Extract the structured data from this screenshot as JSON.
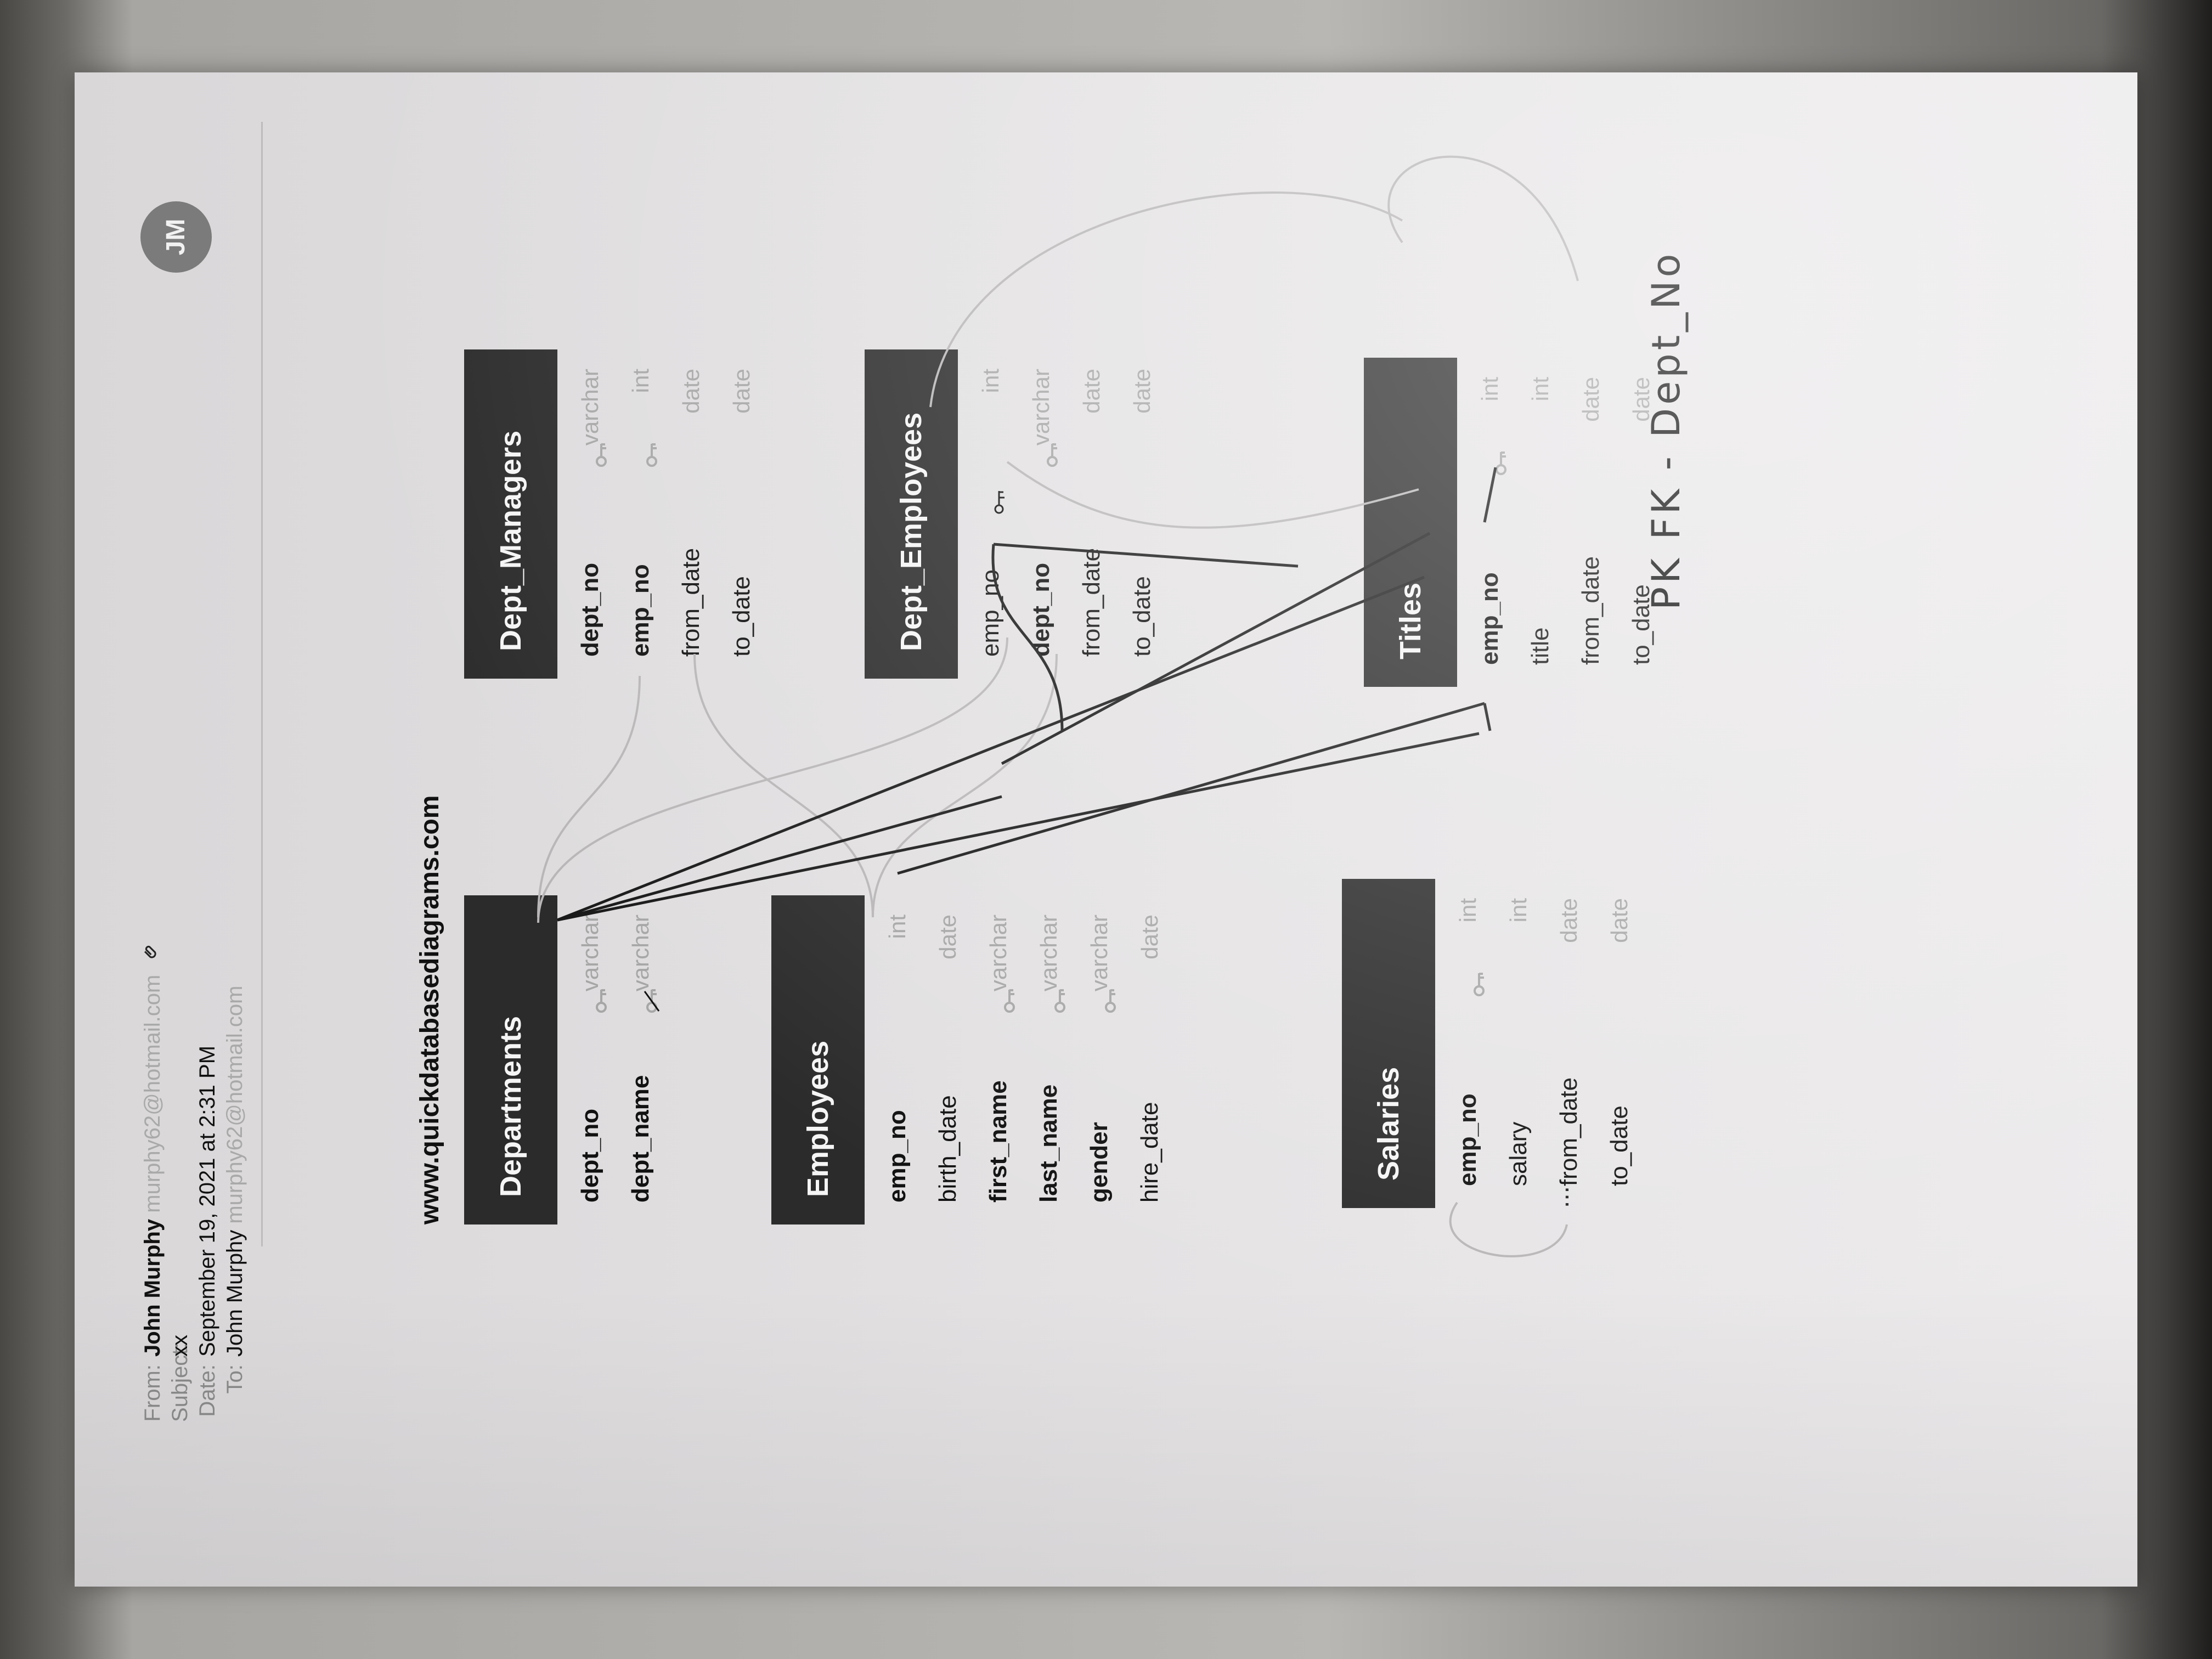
{
  "email": {
    "from_label": "From:",
    "from_name": "John Murphy",
    "from_email": "murphy62@hotmail.com",
    "subject_label": "Subject:",
    "subject": "xx",
    "date_label": "Date:",
    "date": "September 19, 2021 at 2:31 PM",
    "to_label": "To:",
    "to_name": "John Murphy",
    "to_email": "murphy62@hotmail.com",
    "avatar_initials": "JM"
  },
  "site": "www.quickdatabasediagrams.com",
  "tables": {
    "departments": {
      "title": "Departments",
      "fields": [
        {
          "name": "dept_no",
          "type": "varchar"
        },
        {
          "name": "dept_name",
          "type": "varchar"
        }
      ]
    },
    "employees": {
      "title": "Employees",
      "fields": [
        {
          "name": "emp_no",
          "type": "int"
        },
        {
          "name": "birth_date",
          "type": "date"
        },
        {
          "name": "first_name",
          "type": "varchar"
        },
        {
          "name": "last_name",
          "type": "varchar"
        },
        {
          "name": "gender",
          "type": "varchar"
        },
        {
          "name": "hire_date",
          "type": "date"
        }
      ],
      "more": "..."
    },
    "salaries": {
      "title": "Salaries",
      "fields": [
        {
          "name": "emp_no",
          "type": "int"
        },
        {
          "name": "salary",
          "type": "int"
        },
        {
          "name": "from_date",
          "type": "date"
        },
        {
          "name": "to_date",
          "type": "date"
        }
      ]
    },
    "dept_managers": {
      "title": "Dept_Managers",
      "fields": [
        {
          "name": "dept_no",
          "type": "varchar"
        },
        {
          "name": "emp_no",
          "type": "int"
        },
        {
          "name": "from_date",
          "type": "date"
        },
        {
          "name": "to_date",
          "type": "date"
        }
      ]
    },
    "dept_employees": {
      "title": "Dept_Employees",
      "fields": [
        {
          "name": "emp_no",
          "type": "int"
        },
        {
          "name": "dept_no",
          "type": "varchar"
        },
        {
          "name": "from_date",
          "type": "date"
        },
        {
          "name": "to_date",
          "type": "date"
        }
      ]
    },
    "titles": {
      "title": "Titles",
      "fields": [
        {
          "name": "emp_no",
          "type": "int"
        },
        {
          "name": "title",
          "type": "int"
        },
        {
          "name": "from_date",
          "type": "date"
        },
        {
          "name": "to_date",
          "type": "date"
        }
      ]
    }
  },
  "handwritten_note": "PK FK - Dept_No",
  "colors": {
    "table_header": "#2b2b2b",
    "pen_ink": "#1a1a1a",
    "printed_connector": "#b8b6b7",
    "field_type": "#a6a6a6"
  }
}
